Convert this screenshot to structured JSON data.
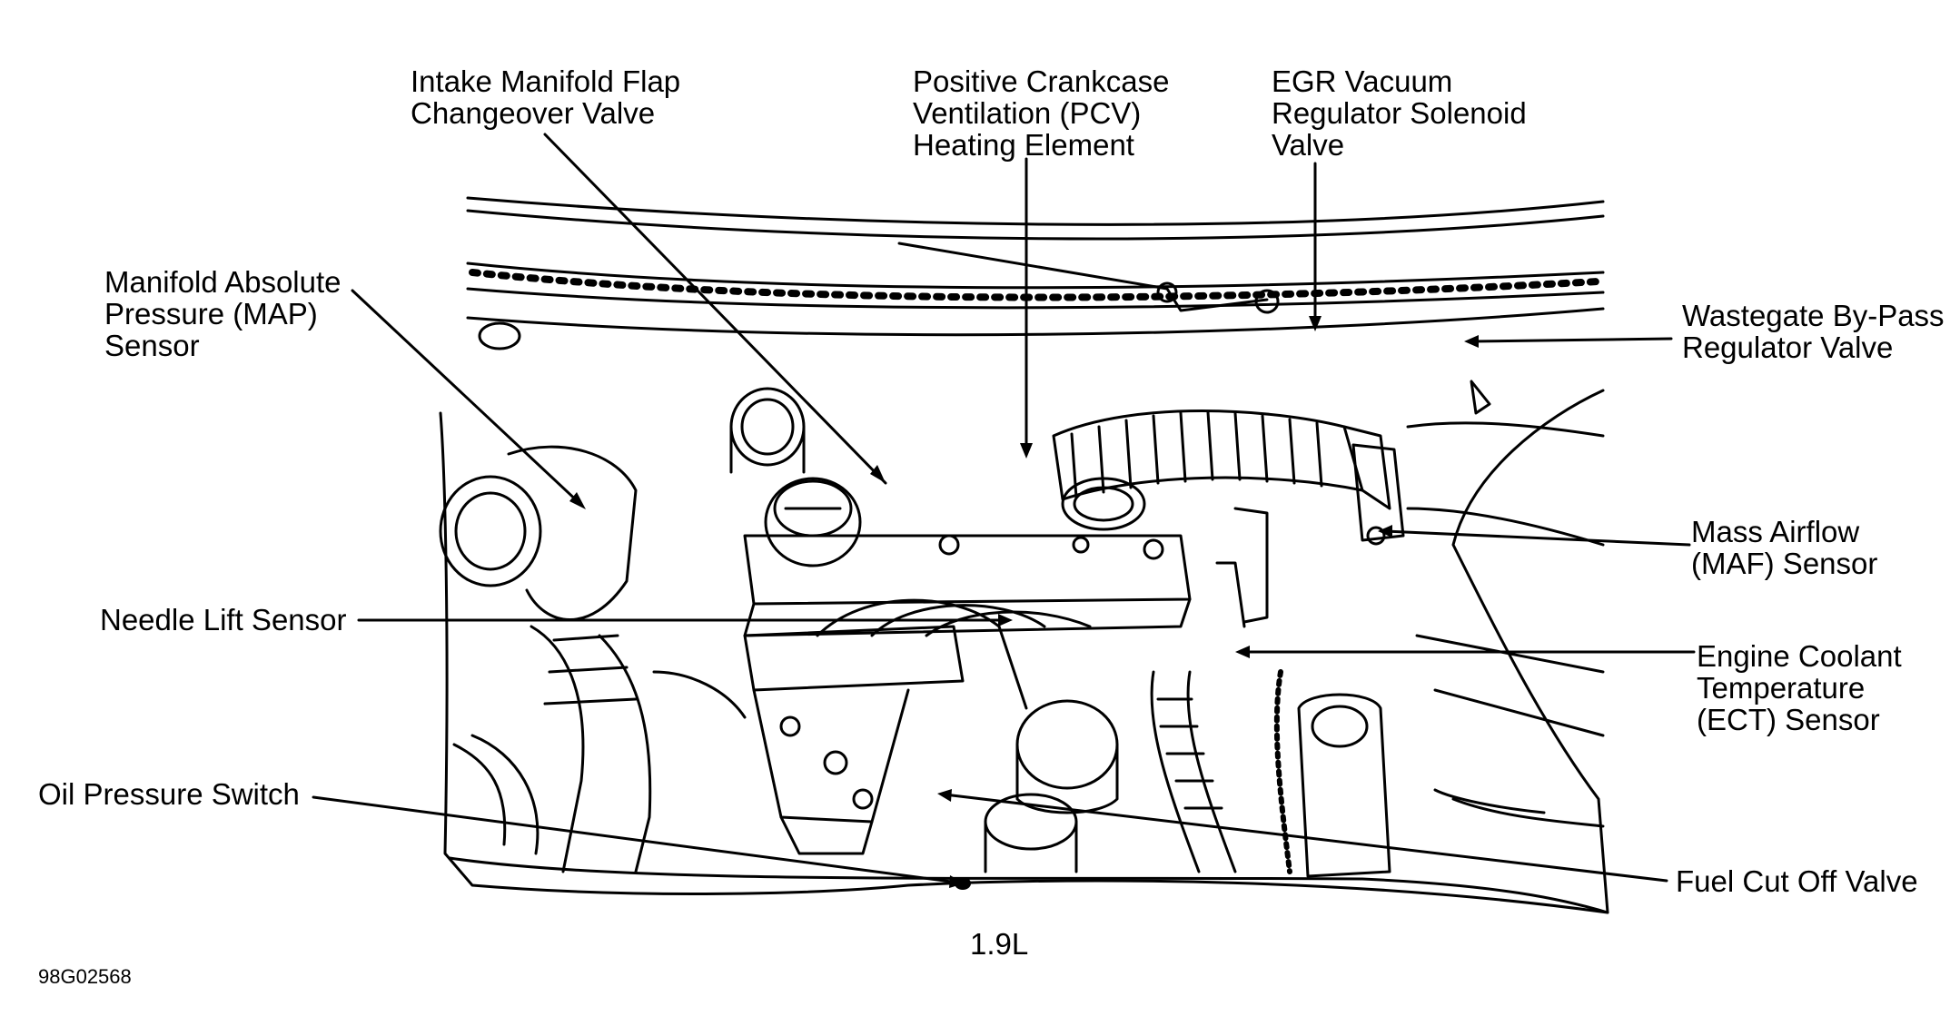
{
  "diagram": {
    "labels": {
      "intake_manifold_flap": [
        "Intake Manifold Flap",
        "Changeover Valve"
      ],
      "pcv": [
        "Positive Crankcase",
        "Ventilation (PCV)",
        "Heating Element"
      ],
      "egr": [
        "EGR Vacuum",
        "Regulator Solenoid",
        "Valve"
      ],
      "map_sensor": [
        "Manifold Absolute",
        "Pressure (MAP)",
        "Sensor"
      ],
      "wastegate": [
        "Wastegate By-Pass",
        "Regulator Valve"
      ],
      "maf_sensor": [
        "Mass Airflow",
        "(MAF) Sensor"
      ],
      "needle_lift": [
        "Needle Lift Sensor"
      ],
      "ect_sensor": [
        "Engine Coolant",
        "Temperature",
        "(ECT) Sensor"
      ],
      "oil_pressure": [
        "Oil Pressure Switch"
      ],
      "fuel_cut_off": [
        "Fuel Cut Off Valve"
      ]
    },
    "caption": "1.9L",
    "figure_code": "98G02568"
  }
}
